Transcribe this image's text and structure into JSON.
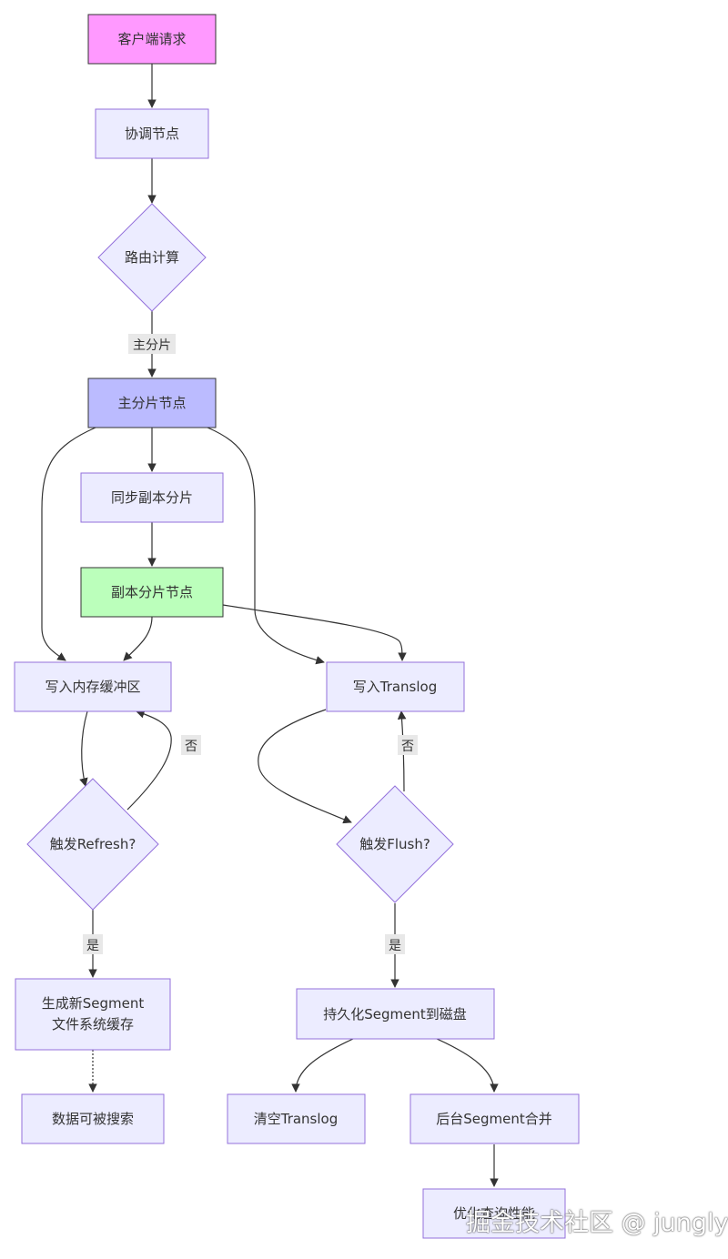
{
  "diagram": {
    "nodes": {
      "client_request": {
        "label": "客户端请求",
        "fill": "#ff99ff"
      },
      "coordinator": {
        "label": "协调节点",
        "fill": "#ececff"
      },
      "routing": {
        "label": "路由计算",
        "fill": "#ececff"
      },
      "primary_node": {
        "label": "主分片节点",
        "fill": "#bbbbff"
      },
      "sync_replica": {
        "label": "同步副本分片",
        "fill": "#ececff"
      },
      "replica_node": {
        "label": "副本分片节点",
        "fill": "#bbffbb"
      },
      "write_buffer": {
        "label": "写入内存缓冲区",
        "fill": "#ececff"
      },
      "write_translog": {
        "label": "写入Translog",
        "fill": "#ececff"
      },
      "trigger_refresh": {
        "label": "触发Refresh?",
        "fill": "#ececff"
      },
      "trigger_flush": {
        "label": "触发Flush?",
        "fill": "#ececff"
      },
      "new_segment_line1": {
        "label": "生成新Segment"
      },
      "new_segment_line2": {
        "label": "文件系统缓存"
      },
      "persist_segment": {
        "label": "持久化Segment到磁盘",
        "fill": "#ececff"
      },
      "searchable": {
        "label": "数据可被搜索",
        "fill": "#ececff"
      },
      "clear_translog": {
        "label": "清空Translog",
        "fill": "#ececff"
      },
      "segment_merge": {
        "label": "后台Segment合并",
        "fill": "#ececff"
      },
      "optimize_query": {
        "label": "优化查询性能",
        "fill": "#ececff"
      }
    },
    "edge_labels": {
      "primary_shard": "主分片",
      "refresh_no": "否",
      "flush_no": "否",
      "refresh_yes": "是",
      "flush_yes": "是"
    },
    "colors": {
      "node_stroke": "#9370db",
      "edge": "#333333",
      "edge_label_bg": "#e8e8e8"
    }
  },
  "watermark": "掘金技术社区 @ jungly"
}
